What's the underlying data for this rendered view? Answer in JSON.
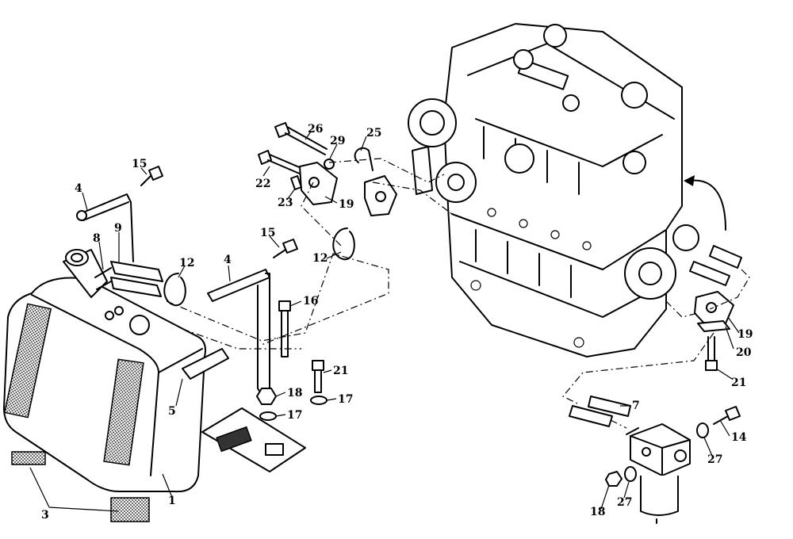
{
  "callouts": {
    "c1": "1",
    "c3": "3",
    "c4a": "4",
    "c4b": "4",
    "c5": "5",
    "c7": "7",
    "c8": "8",
    "c9": "9",
    "c12a": "12",
    "c12b": "12",
    "c14": "14",
    "c15a": "15",
    "c15b": "15",
    "c16": "16",
    "c17a": "17",
    "c17b": "17",
    "c18a": "18",
    "c18b": "18",
    "c19a": "19",
    "c19b": "19",
    "c20": "20",
    "c21a": "21",
    "c21b": "21",
    "c22": "22",
    "c23": "23",
    "c25": "25",
    "c26": "26",
    "c27a": "27",
    "c27b": "27",
    "c29": "29"
  },
  "colors": {
    "line": "#000000",
    "background": "#ffffff",
    "pad_texture": "#333333"
  }
}
